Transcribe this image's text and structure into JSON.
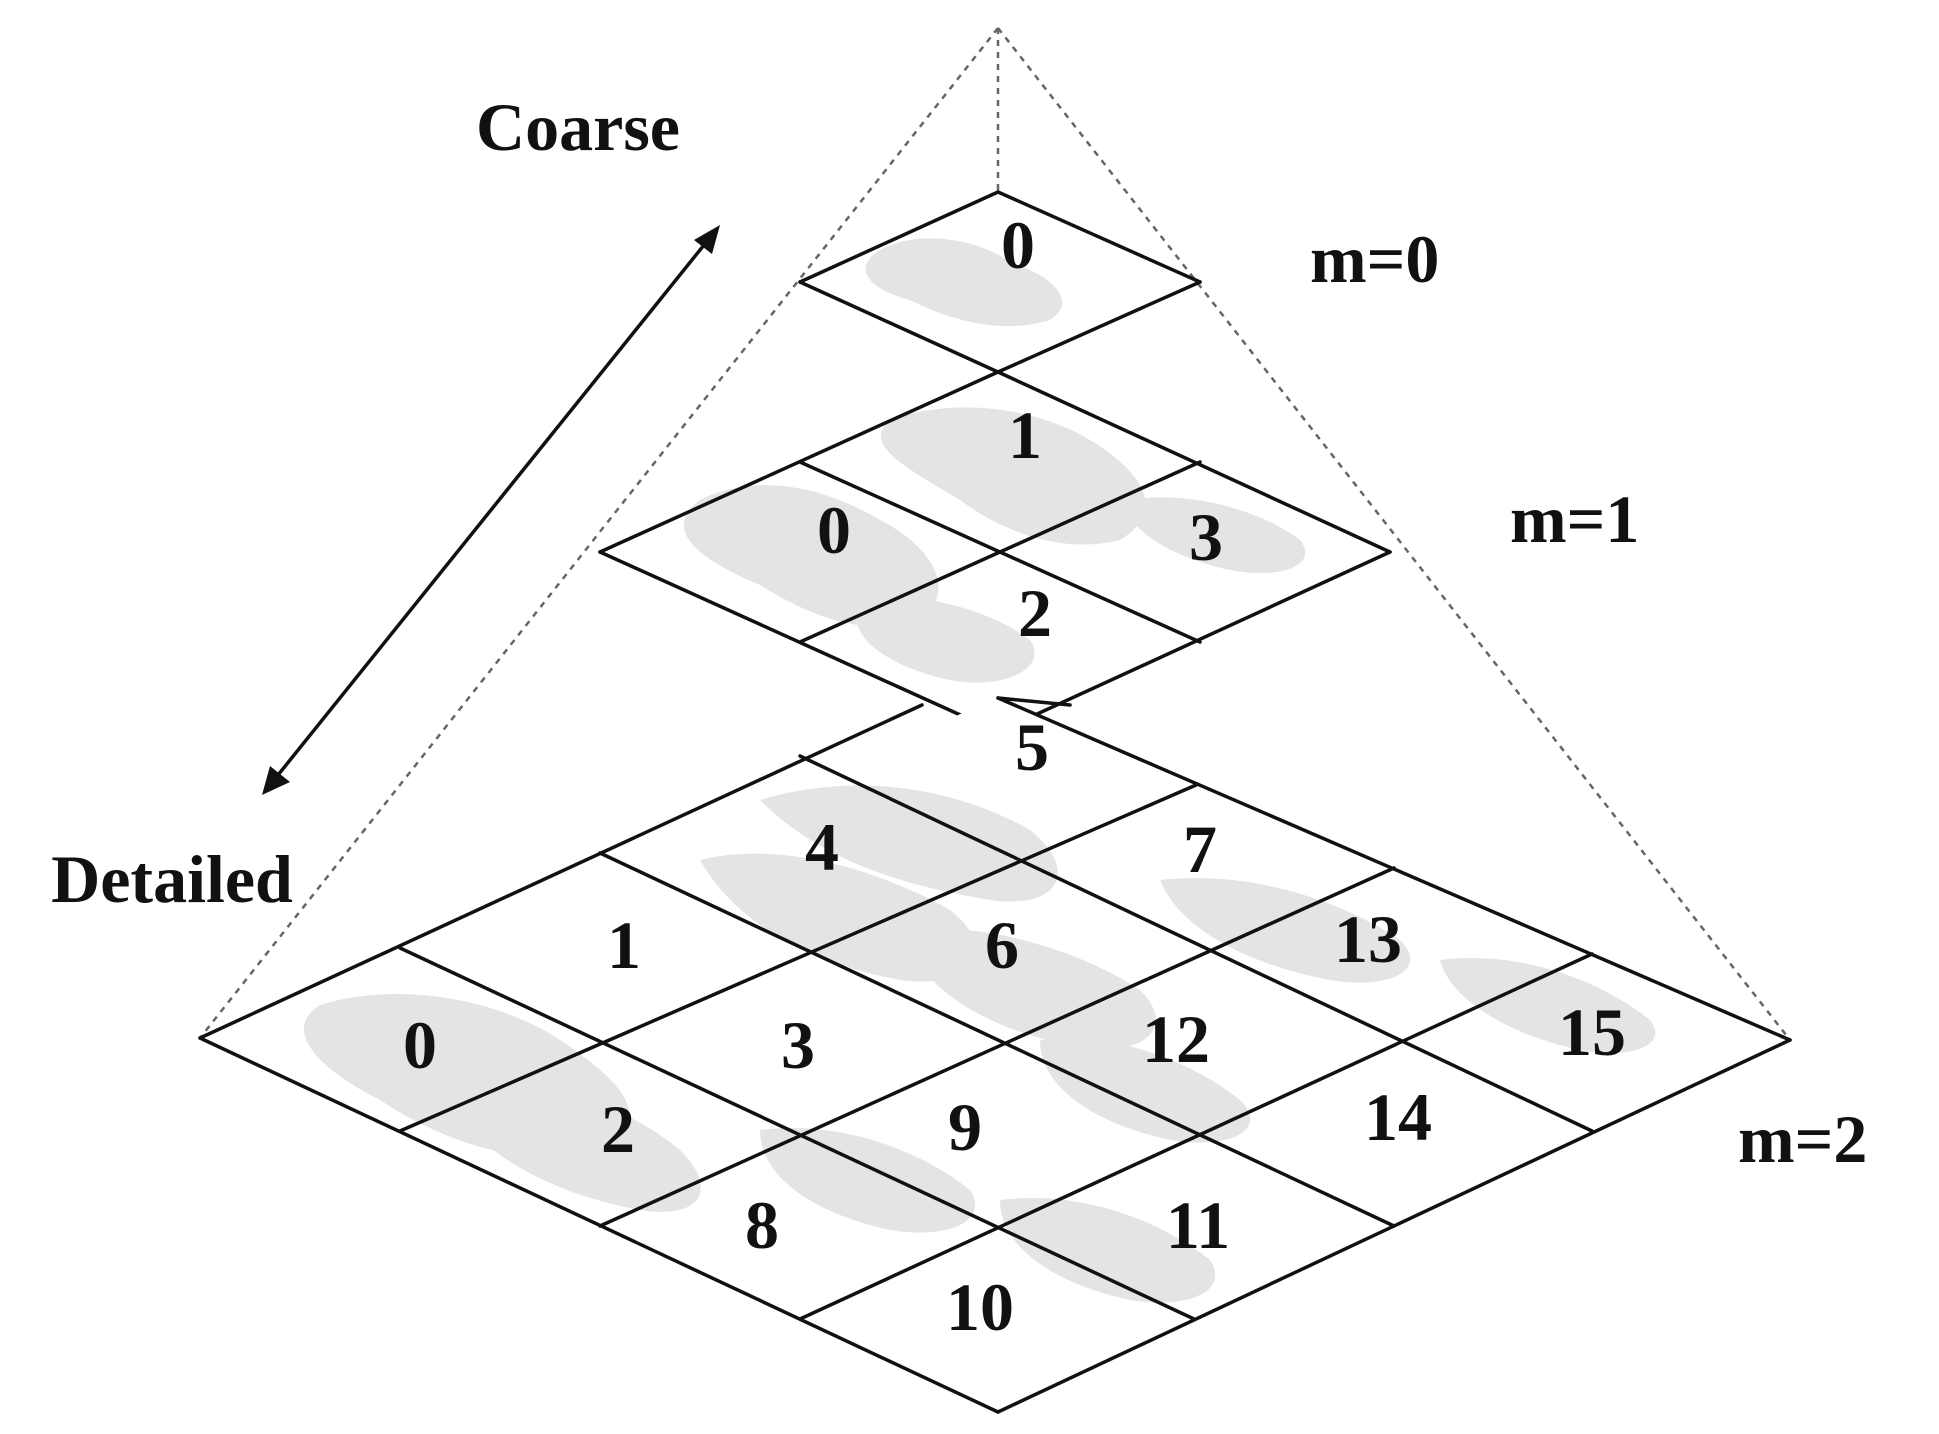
{
  "labels": {
    "coarse": "Coarse",
    "detailed": "Detailed",
    "level0": "m=0",
    "level1": "m=1",
    "level2": "m=2"
  },
  "levels": [
    {
      "m": 0,
      "tiles": [
        "0"
      ]
    },
    {
      "m": 1,
      "tiles": [
        "0",
        "1",
        "2",
        "3"
      ]
    },
    {
      "m": 2,
      "tiles": [
        "0",
        "1",
        "2",
        "3",
        "4",
        "5",
        "6",
        "7",
        "8",
        "9",
        "10",
        "11",
        "12",
        "13",
        "14",
        "15"
      ]
    }
  ]
}
